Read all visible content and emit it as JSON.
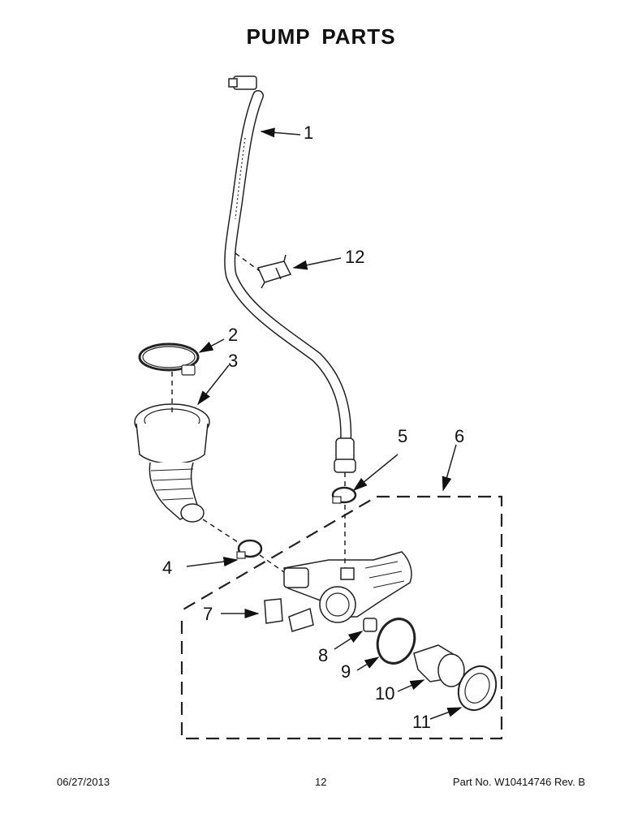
{
  "title": "PUMP PARTS",
  "callouts": [
    {
      "id": "1",
      "label": "1"
    },
    {
      "id": "2",
      "label": "2"
    },
    {
      "id": "3",
      "label": "3"
    },
    {
      "id": "4",
      "label": "4"
    },
    {
      "id": "5",
      "label": "5"
    },
    {
      "id": "6",
      "label": "6"
    },
    {
      "id": "7",
      "label": "7"
    },
    {
      "id": "8",
      "label": "8"
    },
    {
      "id": "9",
      "label": "9"
    },
    {
      "id": "10",
      "label": "10"
    },
    {
      "id": "11",
      "label": "11"
    },
    {
      "id": "12",
      "label": "12"
    }
  ],
  "footer": {
    "date": "06/27/2013",
    "page": "12",
    "part": "Part No.  W10414746  Rev. B"
  }
}
